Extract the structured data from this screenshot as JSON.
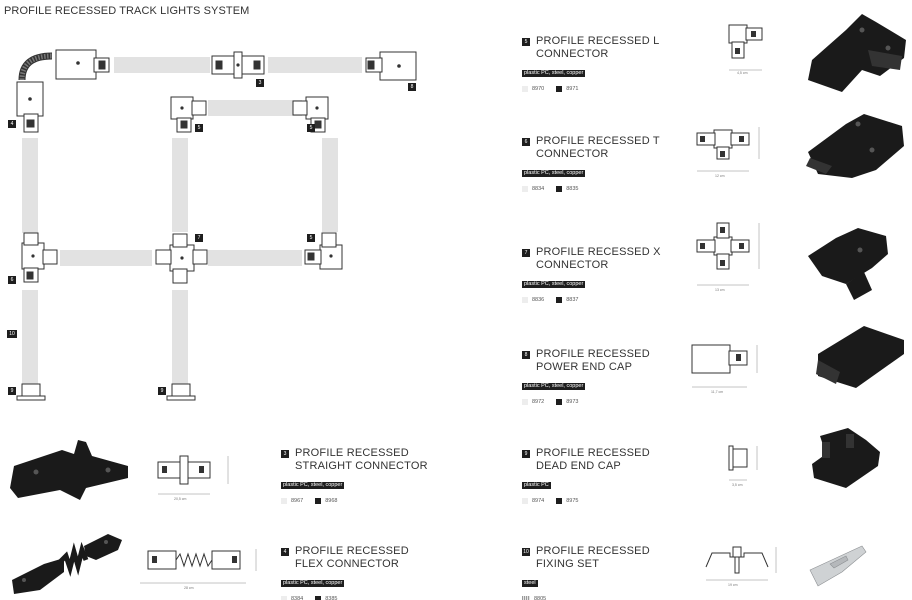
{
  "page": {
    "title": "PROFILE RECESSED TRACK LIGHTS SYSTEM"
  },
  "layout_badges": [
    {
      "id": "b3",
      "text": "3"
    },
    {
      "id": "b8",
      "text": "8"
    },
    {
      "id": "b4",
      "text": "4"
    },
    {
      "id": "b5a",
      "text": "5"
    },
    {
      "id": "b5b",
      "text": "5"
    },
    {
      "id": "b6",
      "text": "6"
    },
    {
      "id": "b7",
      "text": "7"
    },
    {
      "id": "b5c",
      "text": "5"
    },
    {
      "id": "b10",
      "text": "10"
    },
    {
      "id": "b9a",
      "text": "9"
    },
    {
      "id": "b9b",
      "text": "9"
    }
  ],
  "products": [
    {
      "id": "l-connector",
      "number": "5",
      "title_line1": "PROFILE RECESSED L",
      "title_line2": "CONNECTOR",
      "material": "plastic PC, steel, copper",
      "codes": [
        {
          "swatch": "white",
          "code": "8970"
        },
        {
          "swatch": "black",
          "code": "8971"
        }
      ]
    },
    {
      "id": "t-connector",
      "number": "6",
      "title_line1": "PROFILE RECESSED T",
      "title_line2": "CONNECTOR",
      "material": "plastic PC, steel, copper",
      "codes": [
        {
          "swatch": "white",
          "code": "8834"
        },
        {
          "swatch": "black",
          "code": "8835"
        }
      ]
    },
    {
      "id": "x-connector",
      "number": "7",
      "title_line1": "PROFILE RECESSED X",
      "title_line2": "CONNECTOR",
      "material": "plastic PC, steel, copper",
      "codes": [
        {
          "swatch": "white",
          "code": "8836"
        },
        {
          "swatch": "black",
          "code": "8837"
        }
      ]
    },
    {
      "id": "power-end-cap",
      "number": "8",
      "title_line1": "PROFILE RECESSED",
      "title_line2": "POWER END CAP",
      "material": "plastic PC, steel, copper",
      "codes": [
        {
          "swatch": "white",
          "code": "8972"
        },
        {
          "swatch": "black",
          "code": "8973"
        }
      ]
    },
    {
      "id": "dead-end-cap",
      "number": "9",
      "title_line1": "PROFILE RECESSED",
      "title_line2": "DEAD END CAP",
      "material": "plastic PC",
      "codes": [
        {
          "swatch": "white",
          "code": "8974"
        },
        {
          "swatch": "black",
          "code": "8975"
        }
      ]
    },
    {
      "id": "fixing-set",
      "number": "10",
      "title_line1": "PROFILE RECESSED",
      "title_line2": "FIXING SET",
      "material": "steel",
      "codes": [
        {
          "swatch": "steel",
          "code": "8805"
        }
      ]
    },
    {
      "id": "straight-connector",
      "number": "3",
      "title_line1": "PROFILE RECESSED",
      "title_line2": "STRAIGHT CONNECTOR",
      "material": "plastic PC, steel, copper",
      "codes": [
        {
          "swatch": "white",
          "code": "8967"
        },
        {
          "swatch": "black",
          "code": "8968"
        }
      ]
    },
    {
      "id": "flex-connector",
      "number": "4",
      "title_line1": "PROFILE RECESSED",
      "title_line2": "FLEX CONNECTOR",
      "material": "plastic PC, steel, copper",
      "codes": [
        {
          "swatch": "white",
          "code": "8384"
        },
        {
          "swatch": "black",
          "code": "8385"
        }
      ]
    }
  ],
  "colors": {
    "track": "#e2e2e2",
    "line": "#333333",
    "product_black": "#1a1a1a"
  }
}
